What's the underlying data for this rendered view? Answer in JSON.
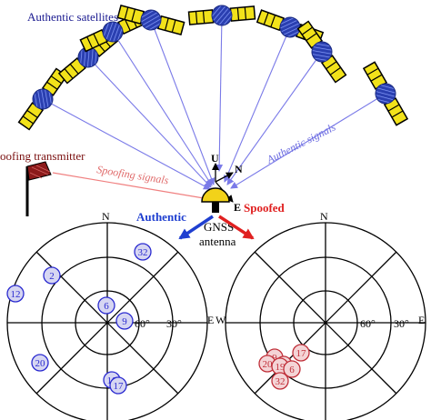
{
  "labels": {
    "authentic_satellites": "Authentic satellites",
    "authentic_signals": "Authentic signals",
    "spoofing_transmitter": "oofing transmitter",
    "spoofing_signals": "Spoofing signals",
    "axis_up": "U",
    "axis_north": "N",
    "axis_east": "E",
    "antenna": [
      "GNSS",
      "antenna"
    ],
    "authentic": "Authentic",
    "spoofed": "Spoofed"
  },
  "skyplot_labels": {
    "north": "N",
    "east": "E",
    "west": "W",
    "ring_60": "60°",
    "ring_30": "30°"
  },
  "skyplot_authentic": {
    "color": "#2b2bd0",
    "fill": "#d6d6f2",
    "satellites": [
      {
        "prn": "32"
      },
      {
        "prn": "2"
      },
      {
        "prn": "12"
      },
      {
        "prn": "6"
      },
      {
        "prn": "9"
      },
      {
        "prn": "20"
      },
      {
        "prn": "10"
      },
      {
        "prn": "17"
      }
    ]
  },
  "skyplot_spoofed": {
    "color": "#c0303a",
    "fill": "#f4d4d6",
    "satellites": [
      {
        "prn": "9"
      },
      {
        "prn": "10"
      },
      {
        "prn": "17"
      },
      {
        "prn": "20"
      },
      {
        "prn": "19"
      },
      {
        "prn": "6"
      },
      {
        "prn": "32"
      }
    ]
  },
  "colors": {
    "authentic_ray": "#7a7ae8",
    "spoofing_ray": "#f08080",
    "authentic_arrow": "#1f3fd0",
    "spoofed_arrow": "#e02020",
    "satellite_body": "#2a3fb0",
    "solar_panel": "#f2e21a",
    "transmitter_flag": "#8b1a1a",
    "antenna_dome": "#f2d21a"
  }
}
